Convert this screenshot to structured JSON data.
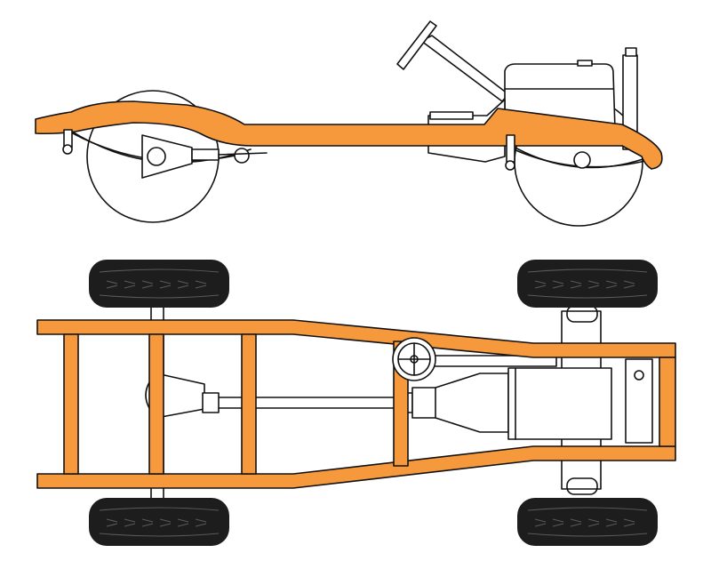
{
  "diagram": {
    "type": "vehicle-chassis-drawing",
    "views": [
      "side-elevation",
      "top-plan"
    ],
    "colors": {
      "frame": "#f5993c",
      "outline": "#111111",
      "tire_rubber": "#1d1d1d",
      "tire_tread": "#5a5a5a",
      "background": "#ffffff",
      "component_fill": "#ffffff"
    },
    "components": [
      "chassis-frame",
      "front-axle",
      "rear-axle",
      "leaf-springs",
      "steering-wheel",
      "steering-column",
      "engine-block",
      "radiator",
      "transmission",
      "drive-shaft",
      "universal-joint",
      "differential",
      "wheels"
    ]
  }
}
